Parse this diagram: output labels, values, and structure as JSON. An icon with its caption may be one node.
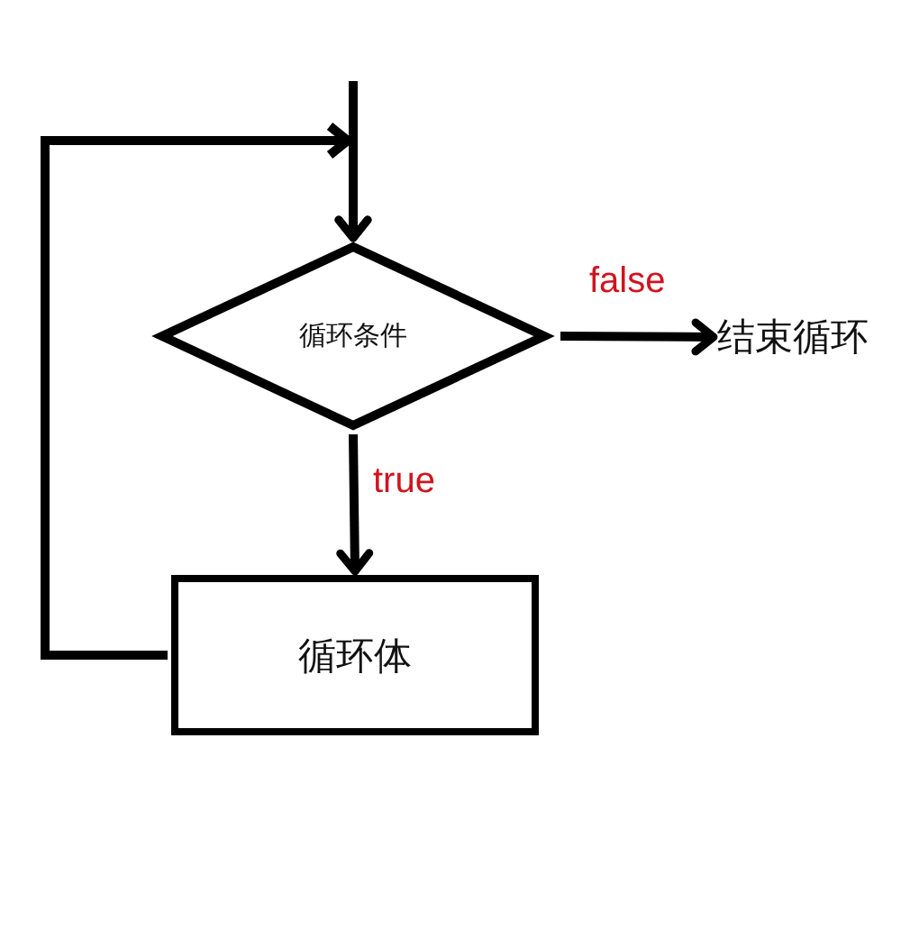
{
  "diagram": {
    "nodes": [
      {
        "text": [
          "循环条件"
        ]
      },
      {
        "text": [
          "结束循环"
        ]
      },
      {
        "text": [
          "循环体"
        ]
      }
    ],
    "edges": [
      {
        "from": null,
        "to": 0,
        "arrow": "to"
      },
      {
        "from": 0,
        "to": 1,
        "arrow": "to",
        "label": "false"
      },
      {
        "from": 0,
        "to": 2,
        "arrow": "to",
        "label": "true"
      },
      {
        "from": 2,
        "to": 0,
        "arrow": "to"
      }
    ]
  }
}
